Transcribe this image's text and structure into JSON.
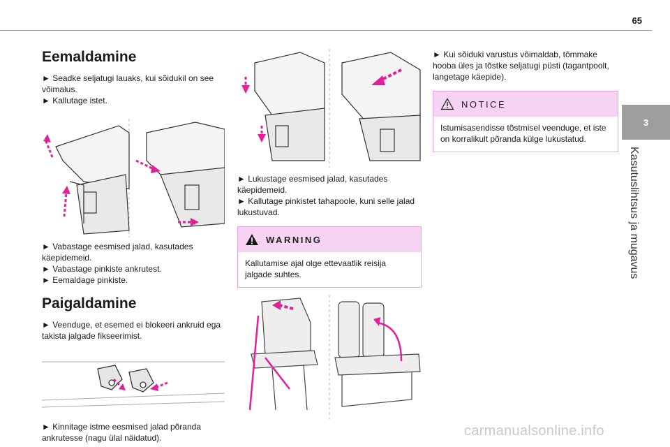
{
  "page": {
    "number": "65"
  },
  "chapter": {
    "number": "3",
    "title": "Kasutuslihtsus ja mugavus"
  },
  "removal": {
    "title": "Eemaldamine",
    "steps_top": [
      "► Seadke seljatugi lauaks, kui sõidukil on see võimalus.",
      "► Kallutage istet."
    ],
    "steps_bottom": [
      "► Vabastage eesmised jalad, kasutades käepidemeid.",
      "► Vabastage pinkiste ankrutest.",
      "► Eemaldage pinkiste."
    ]
  },
  "installation": {
    "title": "Paigaldamine",
    "step_check": "► Veenduge, et esemed ei blokeeri ankruid ega takista jalgade fikseerimist.",
    "step_hook": "► Kinnitage istme eesmised jalad põranda ankrutesse (nagu ülal näidatud).",
    "steps_lock": [
      "► Lukustage eesmised jalad, kasutades käepidemeid.",
      "► Kallutage pinkistet tahapoole, kuni selle jalad lukustuvad."
    ]
  },
  "warning": {
    "label": "WARNING",
    "text": "Kallutamise ajal olge ettevaatlik reisija jalgade suhtes."
  },
  "equipment": {
    "text": "► Kui sõiduki varustus võimaldab, tõmmake hooba üles ja tõstke seljatugi püsti (tagantpoolt, langetage käepide)."
  },
  "notice": {
    "label": "NOTICE",
    "text": "Istumisasendisse tõstmisel veenduge, et iste on korralikult põranda külge lukustatud."
  },
  "footer": {
    "watermark": "carmanualsonline.info"
  },
  "colors": {
    "accent": "#e41f9a",
    "box_fill": "#f6d3f2",
    "box_border": "#e6a3df"
  }
}
